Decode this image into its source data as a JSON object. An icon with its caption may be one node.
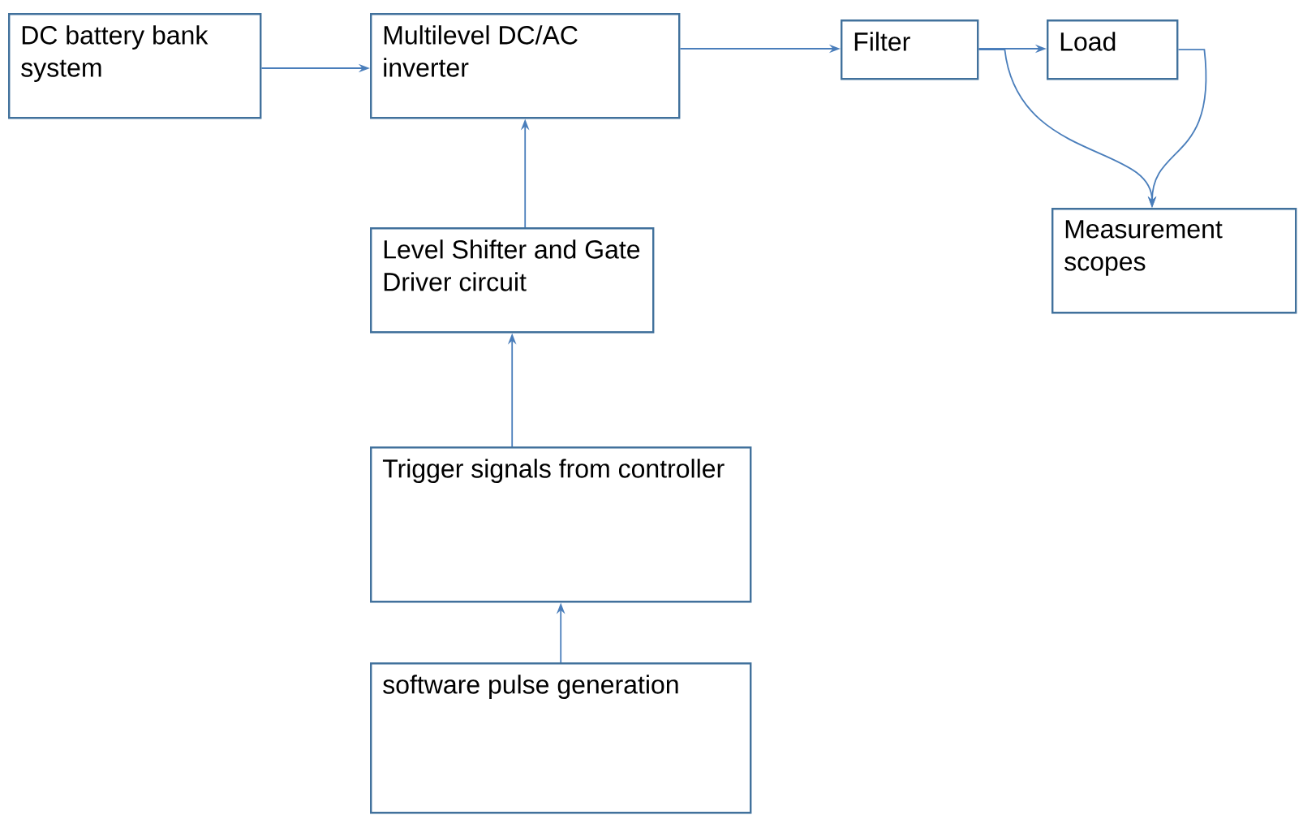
{
  "diagram": {
    "nodes": [
      {
        "text": [
          "DC battery bank system"
        ]
      },
      {
        "text": [
          "Multilevel DC/AC inverter"
        ]
      },
      {
        "text": [
          "Filter"
        ]
      },
      {
        "text": [
          "Load"
        ]
      },
      {
        "text": [
          "Measurement scopes"
        ]
      },
      {
        "text": [
          "Level Shifter and Gate Driver circuit"
        ]
      },
      {
        "text": [
          "Trigger signals from controller"
        ]
      },
      {
        "text": [
          "software pulse generation"
        ]
      }
    ],
    "edges": [
      {
        "from": 0,
        "to": 1,
        "arrow": "to"
      },
      {
        "from": 1,
        "to": 2,
        "arrow": "to"
      },
      {
        "from": 2,
        "to": 3,
        "arrow": "to"
      },
      {
        "from": 2,
        "to": 4,
        "arrow": "to"
      },
      {
        "from": 3,
        "to": 4,
        "arrow": "to"
      },
      {
        "from": 5,
        "to": 1,
        "arrow": "to"
      },
      {
        "from": 6,
        "to": 5,
        "arrow": "to"
      },
      {
        "from": 7,
        "to": 6,
        "arrow": "to"
      }
    ]
  }
}
